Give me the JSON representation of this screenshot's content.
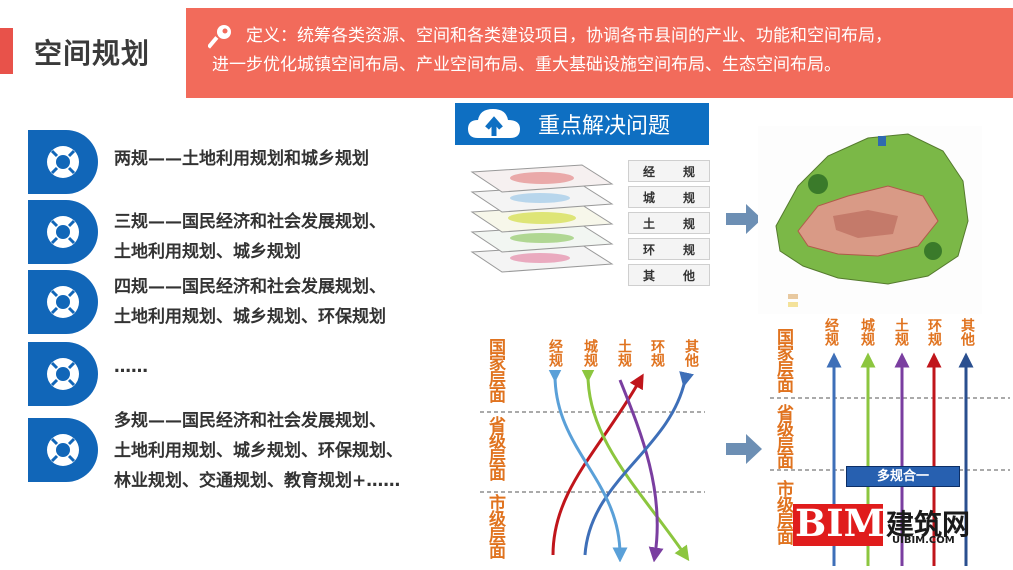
{
  "title": "空间规划",
  "definition": {
    "line1": "定义：统筹各类资源、空间和各类建设项目，协调各市县间的产业、功能和空间布局，",
    "line2": "进一步优化城镇空间布局、产业空间布局、重大基础设施空间布局、生态空间布局。"
  },
  "key_issue": "重点解决问题",
  "plans": [
    {
      "l1": "两规——土地利用规划和城乡规划",
      "l2": ""
    },
    {
      "l1": "三规——国民经济和社会发展规划、",
      "l2": "土地利用规划、城乡规划"
    },
    {
      "l1": "四规——国民经济和社会发展规划、",
      "l2": "土地利用规划、城乡规划、环保规划"
    },
    {
      "l1": "……",
      "l2": ""
    },
    {
      "l1": "多规——国民经济和社会发展规划、",
      "l2": "土地利用规划、城乡规划、环保规划、",
      "l3": "林业规划、交通规划、教育规划+……"
    }
  ],
  "layers": [
    {
      "a": "经",
      "b": "规"
    },
    {
      "a": "城",
      "b": "规"
    },
    {
      "a": "土",
      "b": "规"
    },
    {
      "a": "环",
      "b": "规"
    },
    {
      "a": "其",
      "b": "他"
    }
  ],
  "levels": {
    "national": "国家层面",
    "provincial": "省级层面",
    "city": "市级层面"
  },
  "plan_types": [
    "经规",
    "城规",
    "土规",
    "环规",
    "其他"
  ],
  "merge_label": "多规合一",
  "logo": {
    "bim": "BIM",
    "cn": "建筑网",
    "url": "UIBIM.COM"
  },
  "colors": {
    "accent_red": "#f26b5b",
    "blue": "#1166b8",
    "orange_label": "#e0731f",
    "line_red": "#c0151b",
    "line_green": "#8cc63f",
    "line_purple": "#7a3ea0",
    "line_blue": "#3e6fb8",
    "line_lightblue": "#5aa0d8"
  }
}
